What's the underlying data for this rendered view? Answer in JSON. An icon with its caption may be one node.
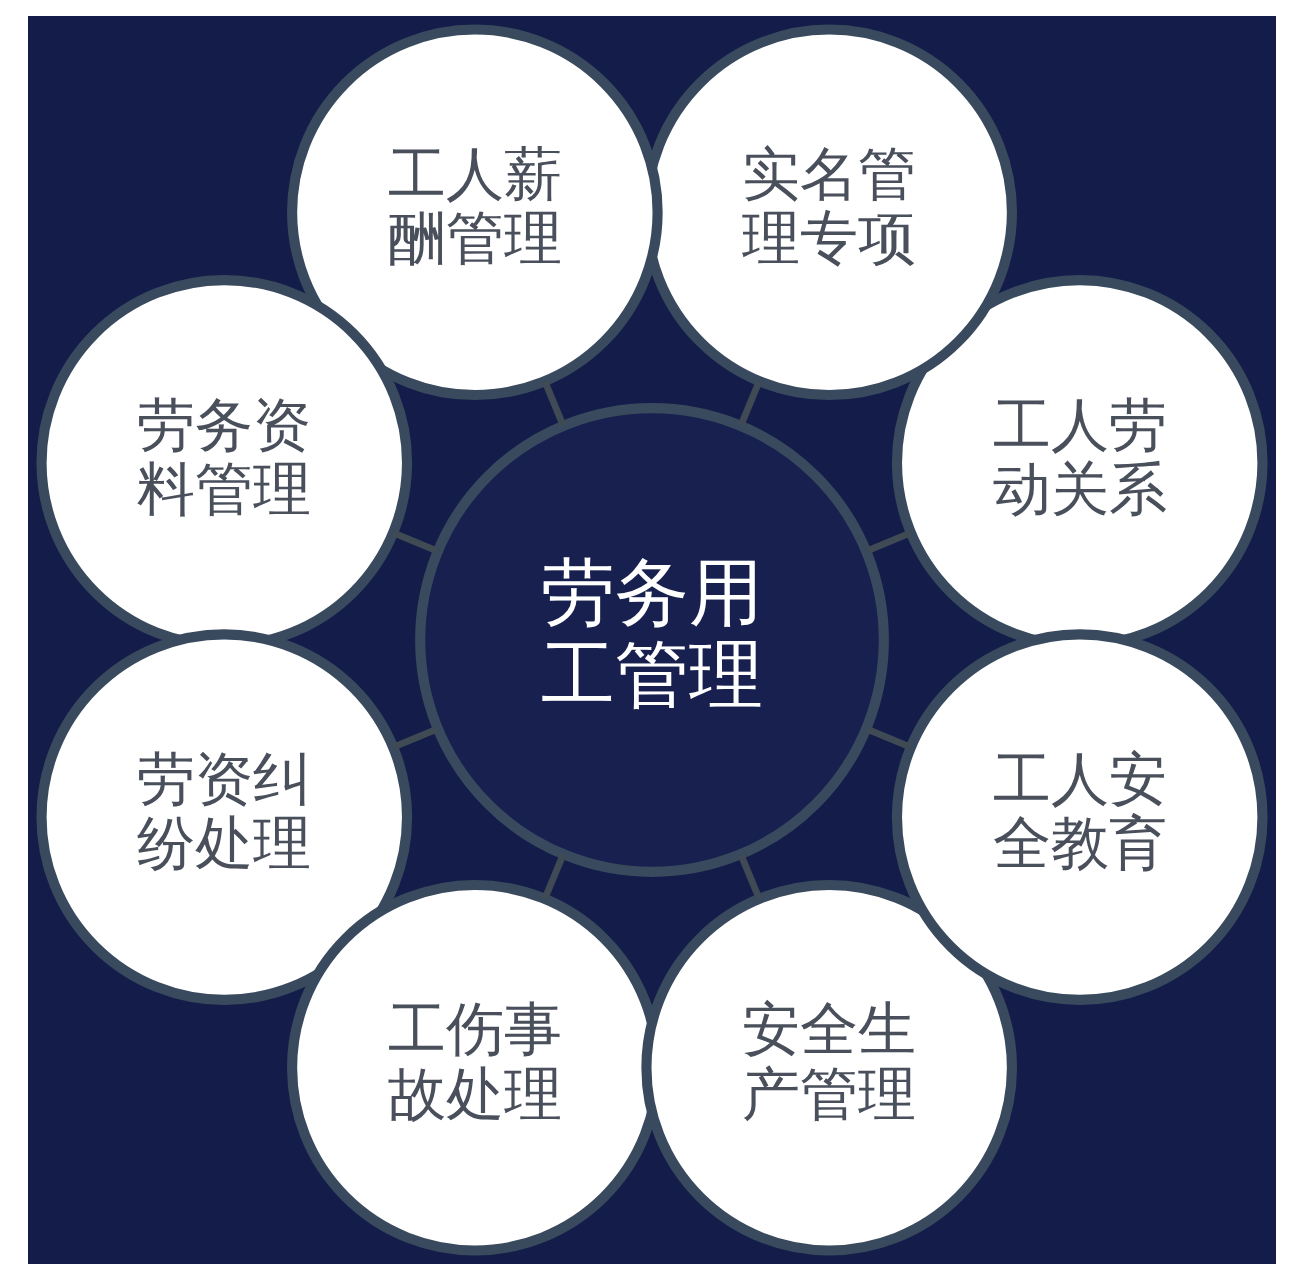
{
  "diagram": {
    "nodes": [
      {
        "text": [
          "劳务用工管理"
        ]
      },
      {
        "text": [
          "工人劳动关系"
        ]
      },
      {
        "text": [
          "实名管理专项"
        ]
      },
      {
        "text": [
          "工人薪酬管理"
        ]
      },
      {
        "text": [
          "劳务资料管理"
        ]
      },
      {
        "text": [
          "劳资纠纷处理"
        ]
      },
      {
        "text": [
          "工伤事故处理"
        ]
      },
      {
        "text": [
          "安全生产管理"
        ]
      },
      {
        "text": [
          "工人安全教育"
        ]
      }
    ],
    "edges": [
      {
        "from": 0,
        "to": 1,
        "arrow": "none"
      },
      {
        "from": 0,
        "to": 2,
        "arrow": "none"
      },
      {
        "from": 0,
        "to": 3,
        "arrow": "none"
      },
      {
        "from": 0,
        "to": 4,
        "arrow": "none"
      },
      {
        "from": 0,
        "to": 5,
        "arrow": "none"
      },
      {
        "from": 0,
        "to": 6,
        "arrow": "none"
      },
      {
        "from": 0,
        "to": 7,
        "arrow": "none"
      },
      {
        "from": 0,
        "to": 8,
        "arrow": "none"
      }
    ]
  }
}
